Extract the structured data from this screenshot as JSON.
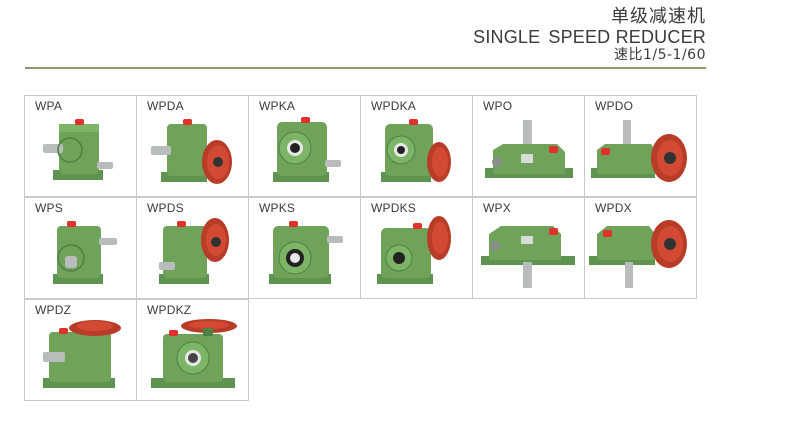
{
  "header": {
    "title_cn": "单级减速机",
    "title_en_part1": "SINGLE",
    "title_en_part2": "SPEED REDUCER",
    "ratio": "速比1/5-1/60"
  },
  "colors": {
    "rule": "#8a9a6c",
    "grid_border": "#c9c9c9",
    "body_green": "#6fa35a",
    "flange_red": "#c9452e",
    "cap_red": "#e0322b",
    "shaft_steel": "#b8bcbd"
  },
  "products": [
    [
      {
        "model": "WPA",
        "icon": "gear-reducer-horizontal-input-icon"
      },
      {
        "model": "WPDA",
        "icon": "gear-reducer-motor-flange-icon"
      },
      {
        "model": "WPKA",
        "icon": "gear-reducer-hollow-shaft-icon"
      },
      {
        "model": "WPDKA",
        "icon": "gear-reducer-hollow-shaft-flange-icon"
      },
      {
        "model": "WPO",
        "icon": "gear-reducer-vertical-up-icon"
      },
      {
        "model": "WPDO",
        "icon": "gear-reducer-vertical-up-flange-icon"
      }
    ],
    [
      {
        "model": "WPS",
        "icon": "gear-reducer-side-input-icon"
      },
      {
        "model": "WPDS",
        "icon": "gear-reducer-side-flange-icon"
      },
      {
        "model": "WPKS",
        "icon": "gear-reducer-hollow-side-icon"
      },
      {
        "model": "WPDKS",
        "icon": "gear-reducer-hollow-side-flange-icon"
      },
      {
        "model": "WPX",
        "icon": "gear-reducer-vertical-down-icon"
      },
      {
        "model": "WPDX",
        "icon": "gear-reducer-vertical-down-flange-icon"
      }
    ],
    [
      {
        "model": "WPDZ",
        "icon": "gear-reducer-top-flange-icon"
      },
      {
        "model": "WPDKZ",
        "icon": "gear-reducer-hollow-top-flange-icon"
      }
    ]
  ]
}
